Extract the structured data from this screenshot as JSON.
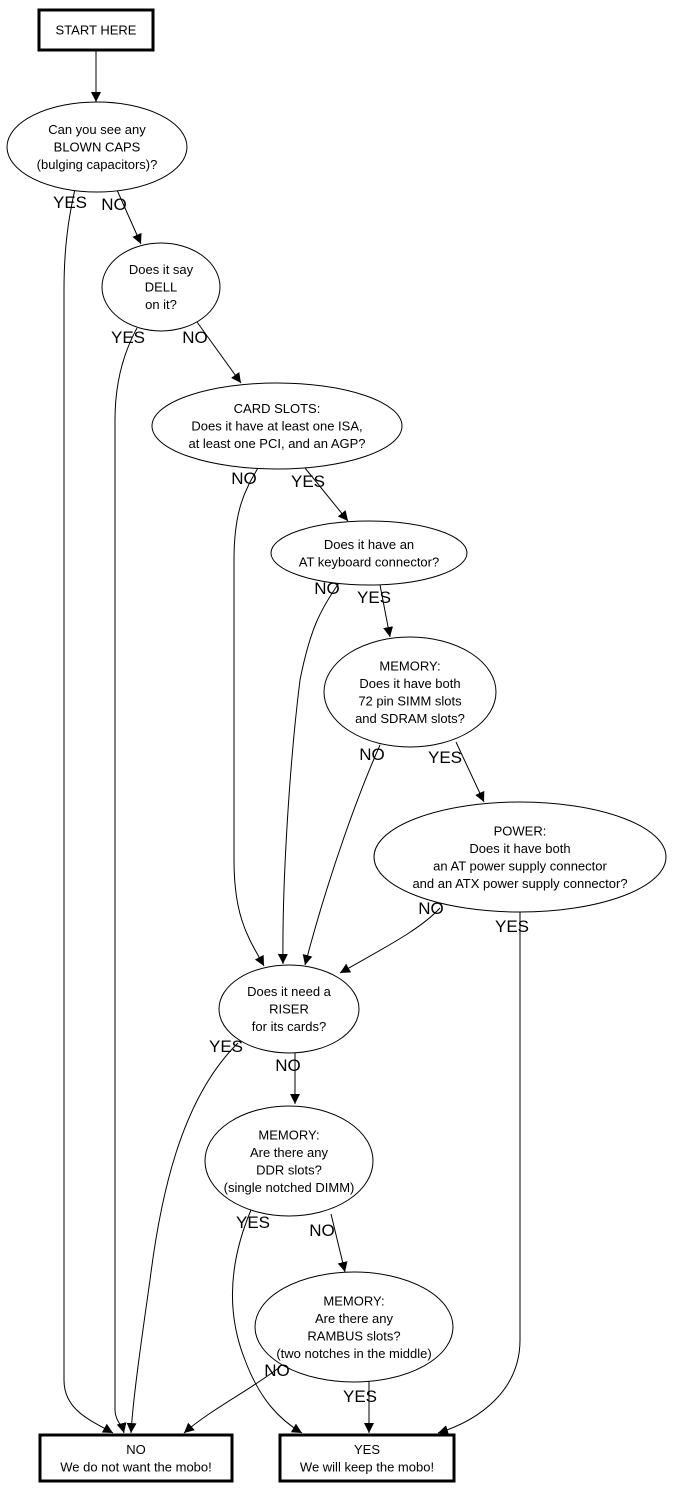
{
  "diagram": {
    "title": "Motherboard keep/discard flowchart",
    "nodes": [
      {
        "id": "start",
        "shape": "box",
        "lines": [
          "START HERE"
        ]
      },
      {
        "id": "blown_caps",
        "shape": "ellipse",
        "lines": [
          "Can you see any",
          "BLOWN CAPS",
          "(bulging capacitors)?"
        ]
      },
      {
        "id": "dell",
        "shape": "ellipse",
        "lines": [
          "Does it say",
          "DELL",
          "on it?"
        ]
      },
      {
        "id": "card_slots",
        "shape": "ellipse",
        "lines": [
          "CARD SLOTS:",
          "Does it have at least one ISA,",
          "at least one PCI, and an AGP?"
        ]
      },
      {
        "id": "at_keyboard",
        "shape": "ellipse",
        "lines": [
          "Does it have an",
          "AT keyboard connector?"
        ]
      },
      {
        "id": "memory_simm",
        "shape": "ellipse",
        "lines": [
          "MEMORY:",
          "Does it have both",
          "72 pin SIMM slots",
          "and SDRAM slots?"
        ]
      },
      {
        "id": "power",
        "shape": "ellipse",
        "lines": [
          "POWER:",
          "Does it have both",
          "an AT power supply connector",
          "and an ATX power supply connector?"
        ]
      },
      {
        "id": "riser",
        "shape": "ellipse",
        "lines": [
          "Does it need a",
          "RISER",
          "for its cards?"
        ]
      },
      {
        "id": "memory_ddr",
        "shape": "ellipse",
        "lines": [
          "MEMORY:",
          "Are there any",
          "DDR slots?",
          "(single notched DIMM)"
        ]
      },
      {
        "id": "memory_rambus",
        "shape": "ellipse",
        "lines": [
          "MEMORY:",
          "Are there any",
          "RAMBUS slots?",
          "(two notches in the middle)"
        ]
      },
      {
        "id": "result_no",
        "shape": "box",
        "lines": [
          "NO",
          "We do not want the mobo!"
        ]
      },
      {
        "id": "result_yes",
        "shape": "box",
        "lines": [
          "YES",
          "We will keep the mobo!"
        ]
      }
    ],
    "edges": [
      {
        "from": "start",
        "to": "blown_caps",
        "label": ""
      },
      {
        "from": "blown_caps",
        "to": "result_no",
        "label": "YES"
      },
      {
        "from": "blown_caps",
        "to": "dell",
        "label": "NO"
      },
      {
        "from": "dell",
        "to": "result_no",
        "label": "YES"
      },
      {
        "from": "dell",
        "to": "card_slots",
        "label": "NO"
      },
      {
        "from": "card_slots",
        "to": "riser",
        "label": "NO"
      },
      {
        "from": "card_slots",
        "to": "at_keyboard",
        "label": "YES"
      },
      {
        "from": "at_keyboard",
        "to": "riser",
        "label": "NO"
      },
      {
        "from": "at_keyboard",
        "to": "memory_simm",
        "label": "YES"
      },
      {
        "from": "memory_simm",
        "to": "riser",
        "label": "NO"
      },
      {
        "from": "memory_simm",
        "to": "power",
        "label": "YES"
      },
      {
        "from": "power",
        "to": "riser",
        "label": "NO"
      },
      {
        "from": "power",
        "to": "result_yes",
        "label": "YES"
      },
      {
        "from": "riser",
        "to": "result_no",
        "label": "YES"
      },
      {
        "from": "riser",
        "to": "memory_ddr",
        "label": "NO"
      },
      {
        "from": "memory_ddr",
        "to": "result_yes",
        "label": "YES"
      },
      {
        "from": "memory_ddr",
        "to": "memory_rambus",
        "label": "NO"
      },
      {
        "from": "memory_rambus",
        "to": "result_no",
        "label": "NO"
      },
      {
        "from": "memory_rambus",
        "to": "result_yes",
        "label": "YES"
      }
    ]
  }
}
